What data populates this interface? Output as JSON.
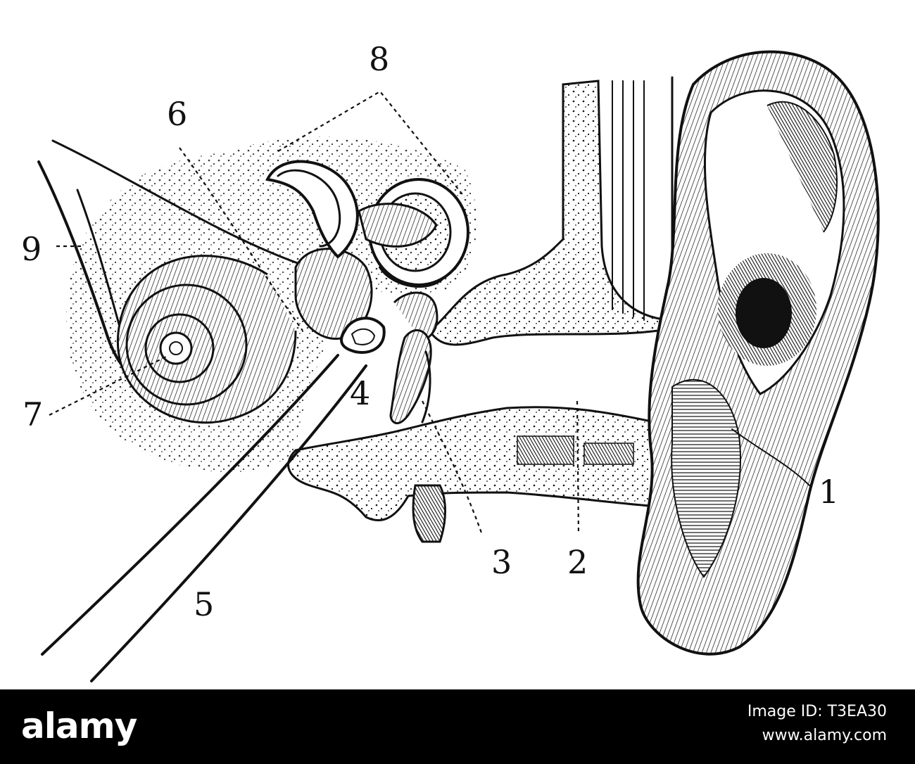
{
  "figure": {
    "labels": {
      "l1": "1",
      "l2": "2",
      "l3": "3",
      "l4": "4",
      "l5": "5",
      "l6": "6",
      "l7": "7",
      "l8": "8",
      "l9": "9"
    }
  },
  "watermark": {
    "brand": "alamy",
    "image_id_label": "Image ID: T3EA30",
    "url": "www.alamy.com"
  },
  "colors": {
    "ink": "#111111",
    "paper": "#ffffff",
    "footer_bg": "#000000",
    "footer_text": "#ffffff"
  }
}
